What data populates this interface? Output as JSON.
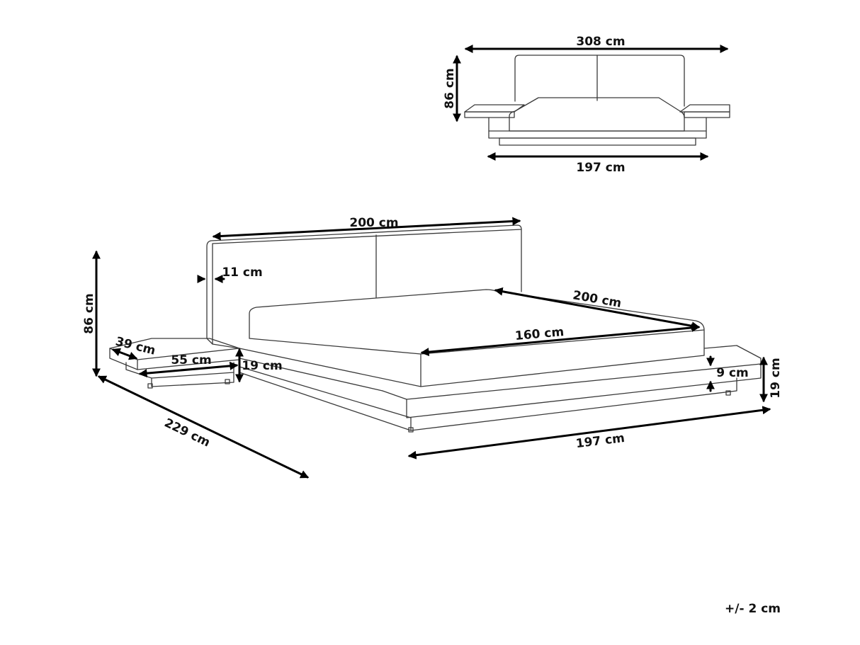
{
  "diagram": {
    "top_view": {
      "width_label": "308 cm",
      "height_label": "86 cm",
      "length_label": "197 cm"
    },
    "main_view": {
      "headboard_width_label": "200 cm",
      "headboard_thickness_label": "11 cm",
      "height_label": "86 cm",
      "mattress_length_label": "200 cm",
      "mattress_width_label": "160 cm",
      "nightstand_depth_label": "39 cm",
      "nightstand_width_label": "55 cm",
      "nightstand_height_label": "19 cm",
      "frame_length_label": "229 cm",
      "frame_width_label": "197 cm",
      "platform_thickness_label": "9 cm",
      "frame_height_label": "19 cm"
    },
    "tolerance_label": "+/- 2 cm"
  }
}
